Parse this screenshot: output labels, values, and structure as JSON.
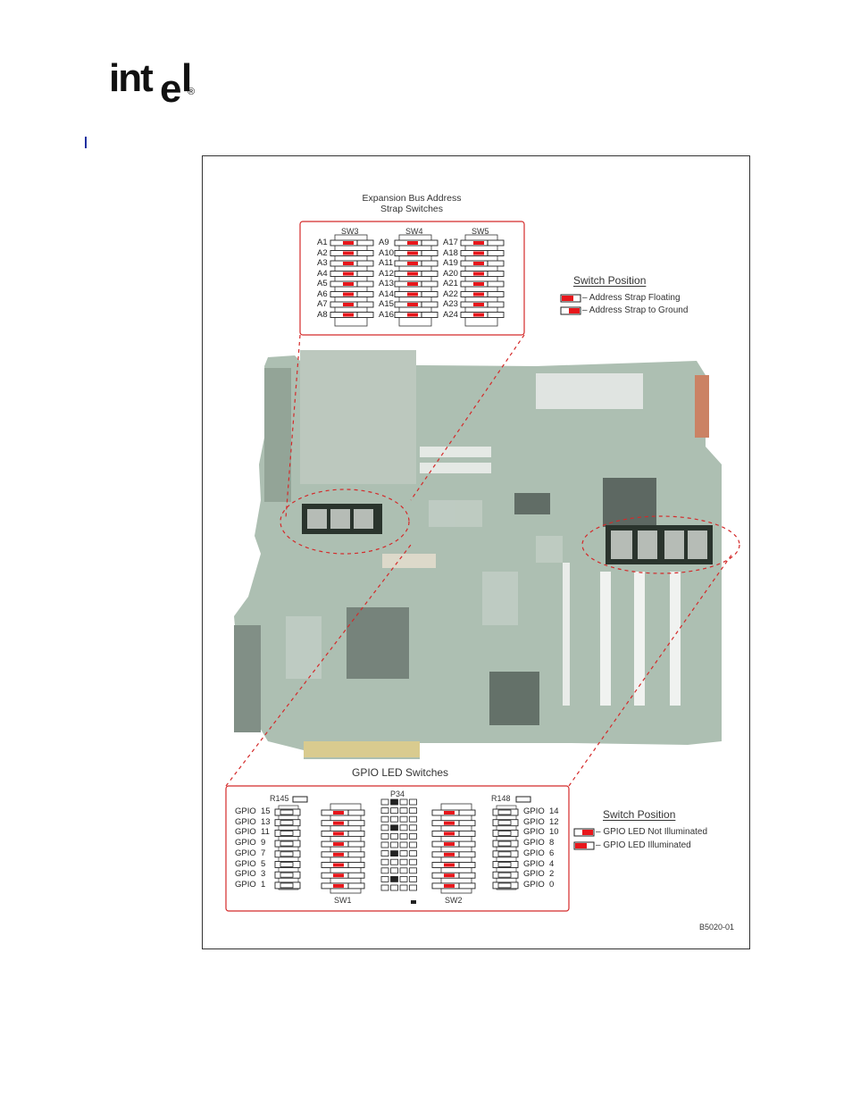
{
  "logo": {
    "text": "intel",
    "registered": "®"
  },
  "expansion": {
    "title": [
      "Expansion Bus Address",
      "Strap Switches"
    ],
    "banks": [
      {
        "name": "SW3",
        "labels": [
          "A1",
          "A2",
          "A3",
          "A4",
          "A5",
          "A6",
          "A7",
          "A8"
        ]
      },
      {
        "name": "SW4",
        "labels": [
          "A9",
          "A10",
          "A11",
          "A12",
          "A13",
          "A14",
          "A15",
          "A16"
        ]
      },
      {
        "name": "SW5",
        "labels": [
          "A17",
          "A18",
          "A19",
          "A20",
          "A21",
          "A22",
          "A23",
          "A24"
        ]
      }
    ]
  },
  "switch_legend_top": {
    "title": "Switch Position",
    "items": [
      "– Address Strap Floating",
      "– Address Strap to Ground"
    ]
  },
  "gpio": {
    "title": "GPIO LED Switches",
    "r145": "R145",
    "r148": "R148",
    "p34": "P34",
    "sw1": "SW1",
    "sw2": "SW2",
    "left_labels": [
      [
        "GPIO",
        "15"
      ],
      [
        "GPIO",
        "13"
      ],
      [
        "GPIO",
        "11"
      ],
      [
        "GPIO",
        "9"
      ],
      [
        "GPIO",
        "7"
      ],
      [
        "GPIO",
        "5"
      ],
      [
        "GPIO",
        "3"
      ],
      [
        "GPIO",
        "1"
      ]
    ],
    "right_labels": [
      [
        "GPIO",
        "14"
      ],
      [
        "GPIO",
        "12"
      ],
      [
        "GPIO",
        "10"
      ],
      [
        "GPIO",
        "8"
      ],
      [
        "GPIO",
        "6"
      ],
      [
        "GPIO",
        "4"
      ],
      [
        "GPIO",
        "2"
      ],
      [
        "GPIO",
        "0"
      ]
    ]
  },
  "switch_legend_bottom": {
    "title": "Switch Position",
    "items": [
      "– GPIO LED Not Illuminated",
      "– GPIO LED Illuminated"
    ]
  },
  "figure_id": "B5020-01",
  "colors": {
    "switch_red": "#e8161b",
    "callout": "#d42a2a",
    "board": "#9fb3a4",
    "frame": "#333333"
  }
}
